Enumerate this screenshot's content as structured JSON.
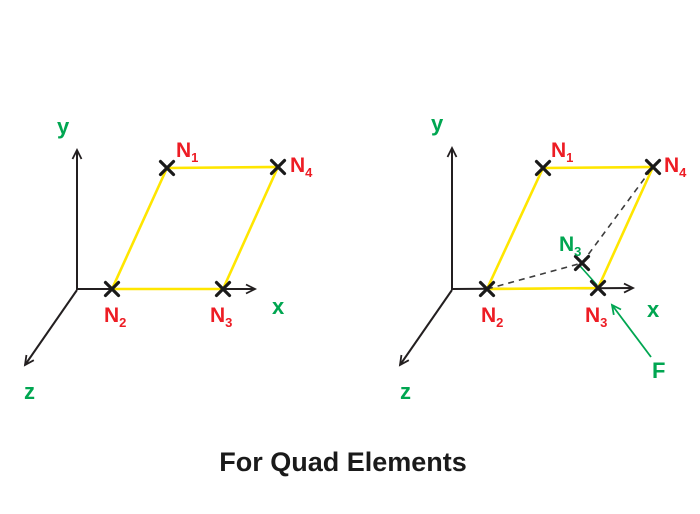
{
  "caption": "For Quad Elements",
  "colors": {
    "axis": "#231f20",
    "axis_label": "#00a651",
    "node_label": "#ed1c24",
    "element_edge": "#ffe600",
    "displaced_label": "#00a651",
    "force": "#00a651",
    "dashed_edge": "#3d3d3d",
    "node_mark": "#1a1a1a",
    "caption_text": "#1a1a1a",
    "background": "#ffffff"
  },
  "left_diagram": {
    "axes": {
      "x": "x",
      "y": "y",
      "z": "z"
    },
    "nodes": {
      "n1": {
        "base": "N",
        "sub": "1"
      },
      "n2": {
        "base": "N",
        "sub": "2"
      },
      "n3": {
        "base": "N",
        "sub": "3"
      },
      "n4": {
        "base": "N",
        "sub": "4"
      }
    }
  },
  "right_diagram": {
    "axes": {
      "x": "x",
      "y": "y",
      "z": "z"
    },
    "nodes": {
      "n1": {
        "base": "N",
        "sub": "1"
      },
      "n2": {
        "base": "N",
        "sub": "2"
      },
      "n3": {
        "base": "N",
        "sub": "3"
      },
      "n4": {
        "base": "N",
        "sub": "4"
      }
    },
    "displaced_node": {
      "base": "N",
      "sub": "3"
    },
    "force_label": "F"
  }
}
